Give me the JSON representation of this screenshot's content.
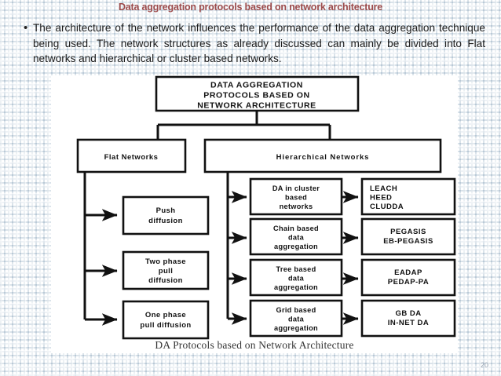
{
  "slide": {
    "title": "Data aggregation protocols based on network architecture",
    "title_color": "#9c4b4b",
    "bullet_marker": "•",
    "body_text": "The architecture of the network influences the performance of the data aggregation technique being used. The network structures as already discussed can mainly be divided into Flat networks and hierarchical or cluster based networks.",
    "page_number": "20"
  },
  "figure": {
    "caption": "DA Protocols based on Network Architecture",
    "root": "DATA AGGREGATION PROTOCOLS BASED ON NETWORK ARCHITECTURE",
    "root_lines": [
      "DATA AGGREGATION",
      "PROTOCOLS BASED ON",
      "NETWORK ARCHITECTURE"
    ],
    "branches": [
      {
        "name": "flat",
        "label": "Flat Networks",
        "children": [
          {
            "lines": [
              "Push",
              "diffusion"
            ]
          },
          {
            "lines": [
              "Two phase",
              "pull",
              "diffusion"
            ]
          },
          {
            "lines": [
              "One phase",
              "pull diffusion"
            ]
          }
        ]
      },
      {
        "name": "hierarchical",
        "label": "Hierarchical Networks",
        "children": [
          {
            "lines": [
              "DA in cluster",
              "based",
              "networks"
            ],
            "protocols": [
              "LEACH",
              "HEED",
              "CLUDDA"
            ]
          },
          {
            "lines": [
              "Chain based",
              "data",
              "aggregation"
            ],
            "protocols": [
              "PEGASIS",
              "EB-PEGASIS"
            ]
          },
          {
            "lines": [
              "Tree based",
              "data",
              "aggregation"
            ],
            "protocols": [
              "EADAP",
              "PEDAP-PA"
            ]
          },
          {
            "lines": [
              "Grid based",
              "data",
              "aggregation"
            ],
            "protocols": [
              "GB DA",
              "IN-NET DA"
            ]
          }
        ]
      }
    ]
  }
}
